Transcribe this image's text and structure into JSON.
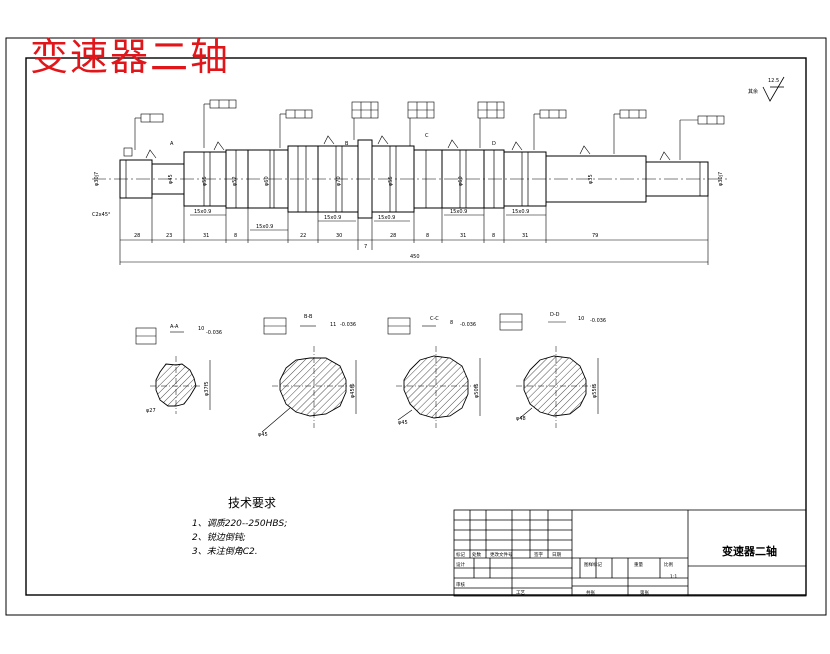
{
  "drawing": {
    "heading": "变速器二轴",
    "surface_finish_note": "其余",
    "surface_finish_value": "12.5"
  },
  "main_view_labels": {
    "overall_length": "450",
    "segment_lengths": [
      "28",
      "23",
      "31",
      "8",
      "22",
      "30",
      "7",
      "28",
      "8",
      "31",
      "8",
      "31",
      "79"
    ],
    "diameters": [
      "φ30j7",
      "φ45",
      "φ55",
      "φ52",
      "φ60",
      "φ70",
      "φ55",
      "φ60",
      "φ35",
      "φ30j7"
    ],
    "keyway_marks": [
      "15x0.9",
      "15x0.9",
      "15x0.9",
      "15x0.9",
      "15x0.9",
      "15x0.9"
    ],
    "chamfer": "C2x45°",
    "datum_marks": [
      "A",
      "B",
      "C",
      "D"
    ]
  },
  "sections": [
    {
      "label": "A-A",
      "dim_top": "10",
      "tol": "-0.036",
      "diam": "φ27",
      "outer": "φ37f5"
    },
    {
      "label": "B-B",
      "dim_top": "11",
      "tol": "-0.036",
      "diam": "φ45",
      "outer": "φ45f6"
    },
    {
      "label": "C-C",
      "dim_top": "8",
      "tol": "-0.036",
      "diam": "φ45",
      "outer": "φ50f5"
    },
    {
      "label": "D-D",
      "dim_top": "10",
      "tol": "-0.036",
      "diam": "φ48",
      "outer": "φ55f5"
    }
  ],
  "technical_requirements": {
    "title": "技术要求",
    "items": [
      "1、调质220--250HBS;",
      "2、锐边倒钝;",
      "3、未注倒角C2."
    ]
  },
  "title_block": {
    "part_name": "变速器二轴",
    "scale": "1:1",
    "row_labels": [
      "标记",
      "处数",
      "更改文件号",
      "签字",
      "日期"
    ],
    "row_labels2": [
      "设计",
      "审核",
      "工艺"
    ],
    "col_labels": [
      "图样标记",
      "重量",
      "比例"
    ],
    "bottom_labels": [
      "共张",
      "第张"
    ]
  },
  "colors": {
    "heading": "#e0161b",
    "lines": "#000000",
    "hatch": "#000000"
  }
}
